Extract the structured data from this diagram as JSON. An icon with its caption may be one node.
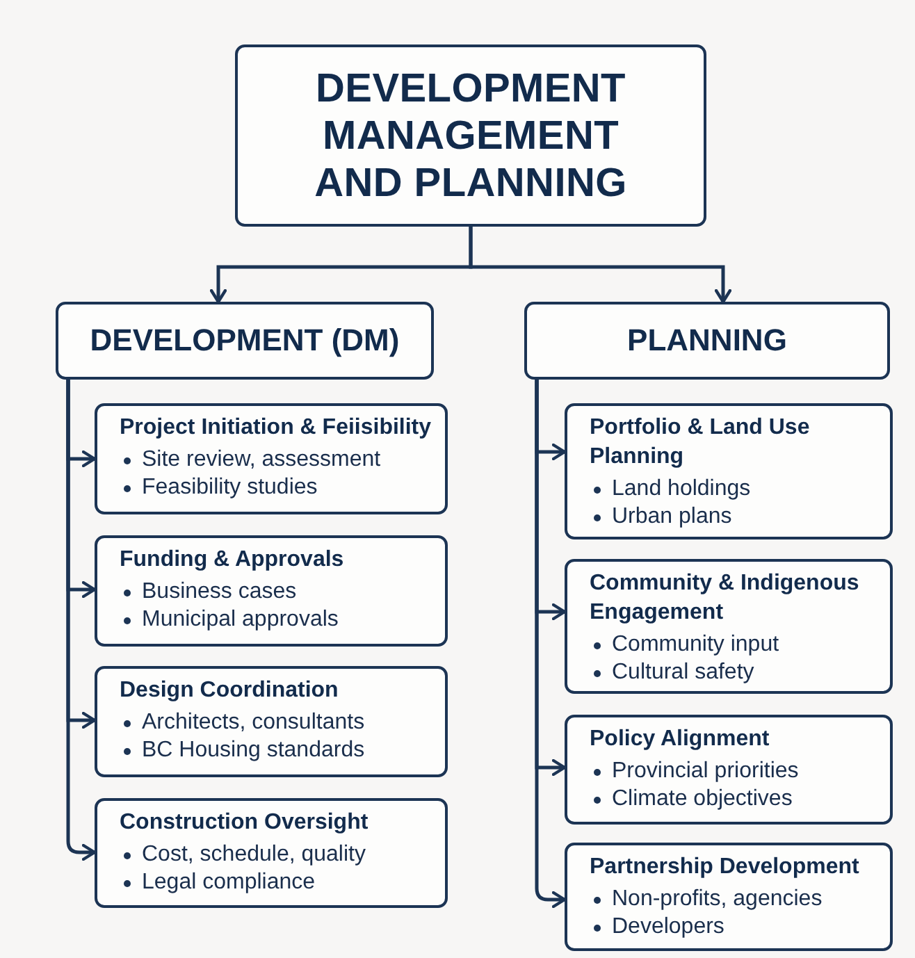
{
  "diagram": {
    "nodes": [
      {
        "text": [
          "DEVELOPMENT MANAGEMENT AND PLANNING"
        ]
      },
      {
        "text": [
          "DEVELOPMENT (DM)"
        ]
      },
      {
        "text": [
          "PLANNING"
        ]
      },
      {
        "text": [
          "Project Initiation & Feiisibility",
          "Site review, assessment",
          "Feasibility studies"
        ]
      },
      {
        "text": [
          "Funding & Approvals",
          "Business cases",
          "Municipal approvals"
        ]
      },
      {
        "text": [
          "Design Coordination",
          "Architects, consultants",
          "BC Housing standards"
        ]
      },
      {
        "text": [
          "Construction Oversight",
          "Cost, schedule, quality",
          "Legal compliance"
        ]
      },
      {
        "text": [
          "Portfolio & Land Use Planning",
          "Land holdings",
          "Urban plans"
        ]
      },
      {
        "text": [
          "Community & Indigenous Engagement",
          "Community input",
          "Cultural safety"
        ]
      },
      {
        "text": [
          "Policy Alignment",
          "Provincial priorities",
          "Climate objectives"
        ]
      },
      {
        "text": [
          "Partnership Development",
          "Non-profits, agencies",
          "Developers"
        ]
      }
    ],
    "edges": [
      {
        "from": 0,
        "to": 1,
        "arrow": "to"
      },
      {
        "from": 0,
        "to": 2,
        "arrow": "to"
      },
      {
        "from": 1,
        "to": 3,
        "arrow": "to"
      },
      {
        "from": 1,
        "to": 4,
        "arrow": "to"
      },
      {
        "from": 1,
        "to": 5,
        "arrow": "to"
      },
      {
        "from": 1,
        "to": 6,
        "arrow": "to"
      },
      {
        "from": 2,
        "to": 7,
        "arrow": "to"
      },
      {
        "from": 2,
        "to": 8,
        "arrow": "to"
      },
      {
        "from": 2,
        "to": 9,
        "arrow": "to"
      },
      {
        "from": 2,
        "to": 10,
        "arrow": "to"
      }
    ]
  }
}
